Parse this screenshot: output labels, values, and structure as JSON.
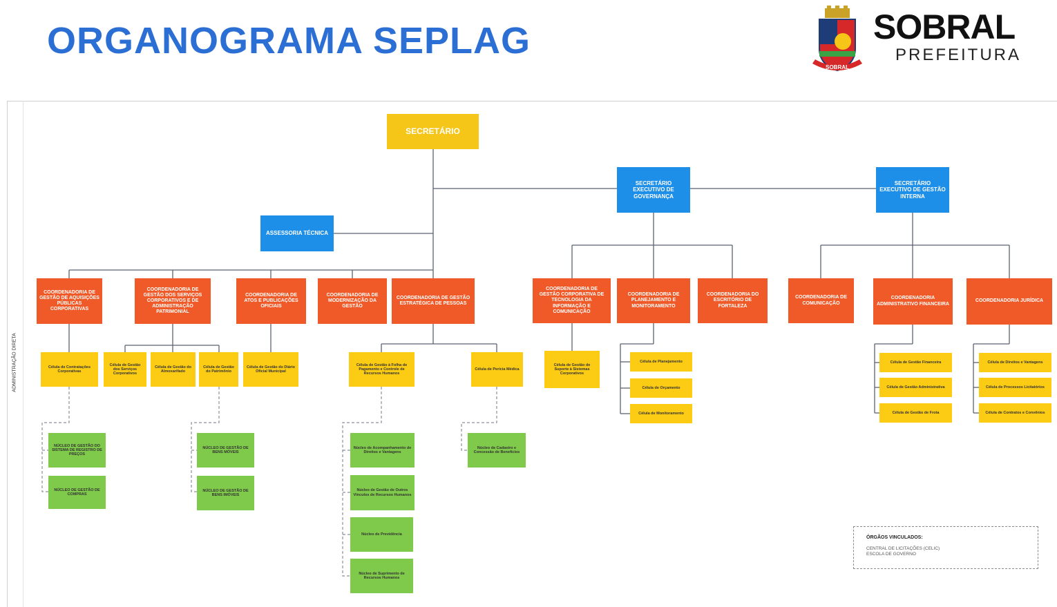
{
  "title": "ORGANOGRAMA SEPLAG",
  "logo": {
    "name": "SOBRAL",
    "sub": "PREFEITURA",
    "crest_text": "SOBRAL"
  },
  "side_label": "ADMINISTRAÇÃO DIRETA",
  "colors": {
    "title": "#2b6fd4",
    "yellow": "#f5c518",
    "blue": "#1e8fe8",
    "red": "#f05a28",
    "cell": "#fccb14",
    "green": "#7fc94b",
    "line": "#5a6270"
  },
  "nodes": {
    "secretario": "SECRETÁRIO",
    "assessoria": "ASSESSORIA TÉCNICA",
    "sec_exec_gov": "SECRETÁRIO EXECUTIVO DE GOVERNANÇA",
    "sec_exec_gest": "SECRETÁRIO EXECUTIVO DE GESTÃO INTERNA",
    "coord_aquisicoes": "COORDENADORIA DE GESTÃO DE AQUISIÇÕES PÚBLICAS CORPORATIVAS",
    "coord_servicos": "COORDENADORIA DE GESTÃO DOS SERVIÇOS CORPORATIVOS E DE ADMINISTRAÇÃO PATRIMONIAL",
    "coord_atos": "COORDENADORIA DE ATOS E PUBLICAÇÕES OFICIAIS",
    "coord_modernizacao": "COORDENADORIA DE MODERNIZAÇÃO DA GESTÃO",
    "coord_pessoas": "COORDENADORIA DE GESTÃO ESTRATÉGICA DE PESSOAS",
    "coord_ti": "COORDENADORIA DE GESTÃO CORPORATIVA DE TECNOLOGIA DA INFORMAÇÃO E COMUNICAÇÃO",
    "coord_planejamento": "COORDENADORIA DE PLANEJAMENTO E MONITORAMENTO",
    "coord_fortaleza": "COORDENADORIA DO ESCRITÓRIO DE FORTALEZA",
    "coord_comunicacao": "COORDENADORIA DE COMUNICAÇÃO",
    "coord_adm_fin": "COORDENADORIA ADMINISTRATIVO FINANCEIRA",
    "coord_juridica": "COORDENADORIA JURÍDICA",
    "cel_contratacoes": "Célula de Contratações Corporativas",
    "cel_servicos": "Célula de Gestão dos Serviços Corporativos",
    "cel_almoxarifado": "Célula de Gestão do Almoxarifado",
    "cel_patrimonio": "Célula de Gestão do Patrimônio",
    "cel_diario": "Célula de Gestão do Diário Oficial Municipal",
    "cel_folha": "Célula de Gestão à Folha de Pagamento e Controle de Recursos Humanos",
    "cel_pericia": "Célula de Perícia Médica",
    "cel_suporte": "Célula de Gestão de Suporte à Sistemas Corporativos",
    "cel_planejamento": "Célula de Planejamento",
    "cel_orcamento": "Célula de Orçamento",
    "cel_monitoramento": "Célula de Monitoramento",
    "cel_financeira": "Célula de Gestão Financeira",
    "cel_administrativa": "Célula de Gestão Administrativa",
    "cel_frota": "Célula de Gestão de Frota",
    "cel_direitos": "Célula de Direitos e Vantagens",
    "cel_processos": "Célula de Processos Licitatórios",
    "cel_contratos": "Célula de Contratos e Convênios",
    "nuc_registro": "NÚCLEO DE GESTÃO DO SISTEMA DE REGISTRO DE PREÇOS",
    "nuc_compras": "NÚCLEO DE GESTÃO DE COMPRAS",
    "nuc_bens_moveis": "NÚCLEO DE GESTÃO DE BENS MÓVEIS",
    "nuc_bens_imoveis": "NÚCLEO DE GESTÃO DE BENS IMÓVEIS",
    "nuc_direitos": "Núcleo de Acompanhamento de Direitos e Vantagens",
    "nuc_vinculos": "Núcleo de Gestão de Outros Vínculos de Recursos Humanos",
    "nuc_previdencia": "Núcleo de Previdência",
    "nuc_suprimento": "Núcleo de Suprimento de Recursos Humanos",
    "nuc_cadastro": "Núcleo de Cadastro e Concessão de Benefícios"
  },
  "linked": {
    "title": "ÓRGÃOS VINCULADOS:",
    "items": [
      "CENTRAL DE LICITAÇÕES (CELIC)",
      "ESCOLA DE GOVERNO"
    ]
  }
}
